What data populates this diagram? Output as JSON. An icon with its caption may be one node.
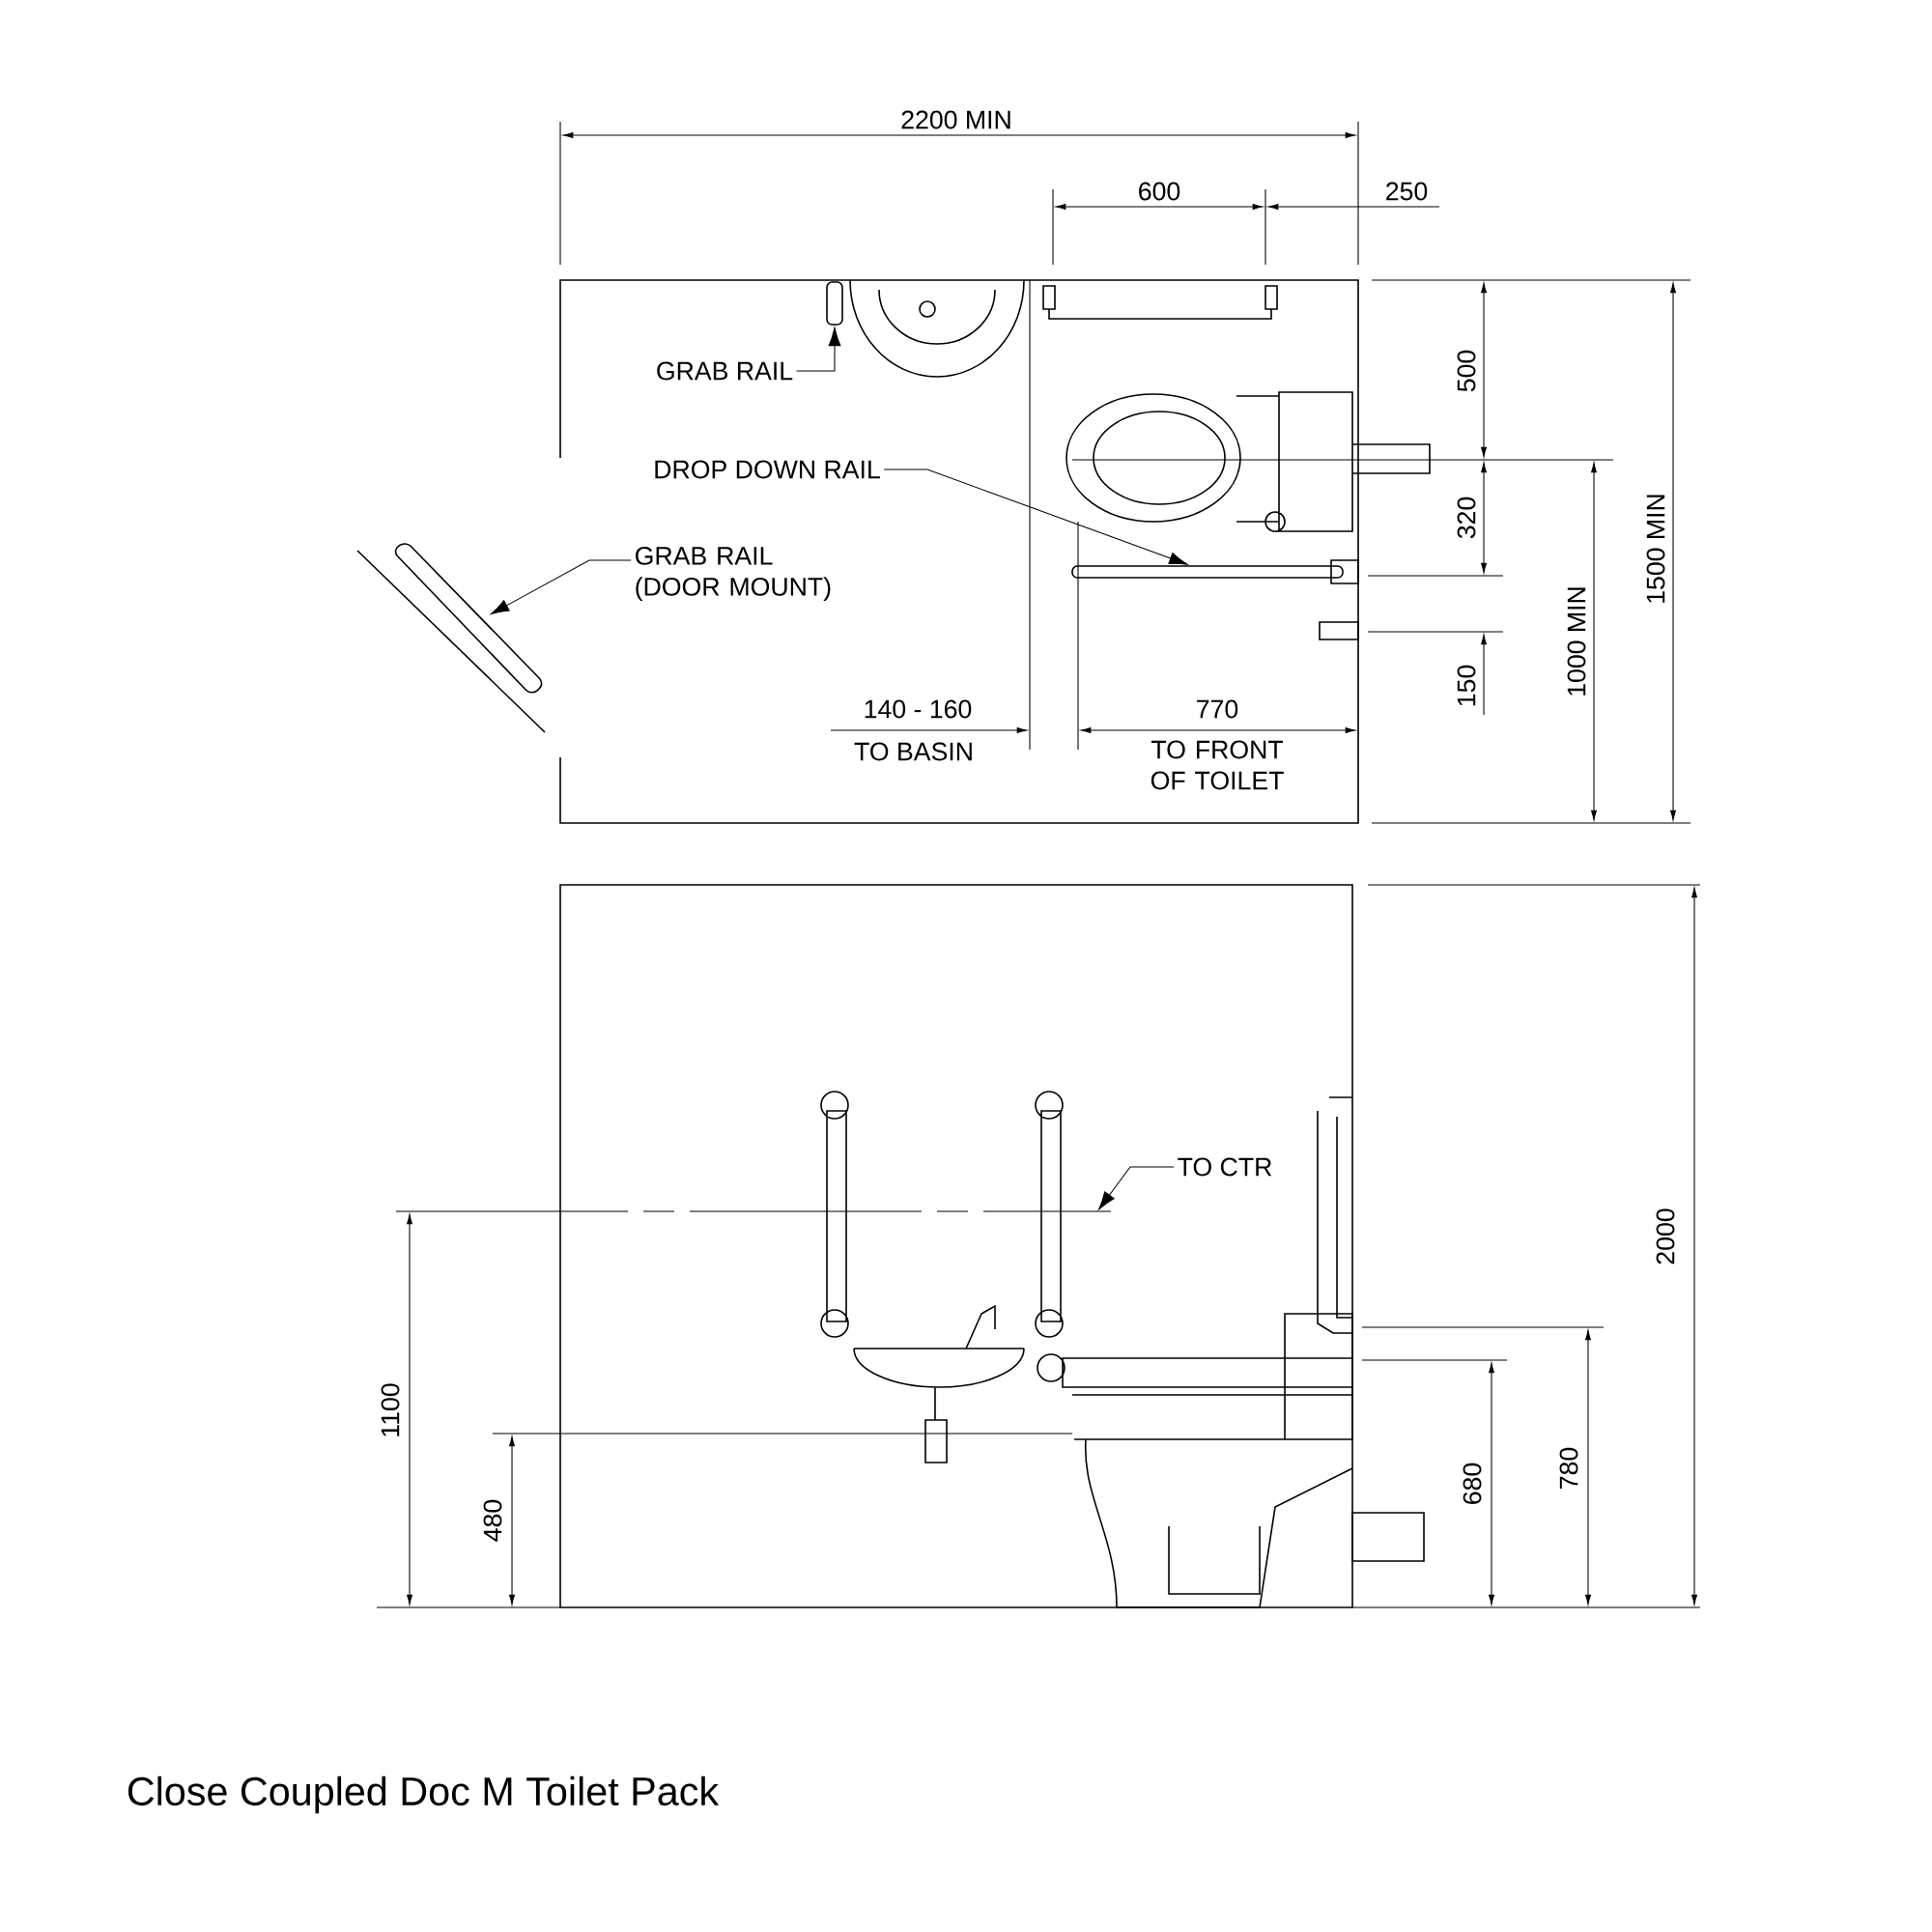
{
  "diagram": {
    "caption": "Close Coupled Doc M Toilet Pack",
    "nodes": [
      {
        "text": [
          "GRAB RAIL"
        ]
      },
      {
        "text": [],
        "shape": "bar"
      },
      {
        "text": [
          "DROP DOWN RAIL"
        ]
      },
      {
        "text": [],
        "shape": "bar"
      },
      {
        "text": [
          "GRAB RAIL (DOOR MOUNT)"
        ]
      },
      {
        "text": [],
        "shape": "bar"
      },
      {
        "text": [
          "TO CTR"
        ]
      }
    ],
    "edges": [
      {
        "from": 0,
        "to": 1,
        "arrow": "to"
      },
      {
        "from": 2,
        "to": 3,
        "arrow": "to"
      },
      {
        "from": 4,
        "to": 5,
        "arrow": "to"
      },
      {
        "from": 6,
        "to": null,
        "arrow": "to"
      }
    ],
    "labels": [
      "2200 MIN",
      "600",
      "250",
      "500",
      "320",
      "150",
      "1000 MIN",
      "1500 MIN",
      "140 - 160",
      "770",
      "TO BASIN",
      "TO FRONT OF TOILET",
      "2000",
      "1100",
      "480",
      "680",
      "780"
    ]
  }
}
